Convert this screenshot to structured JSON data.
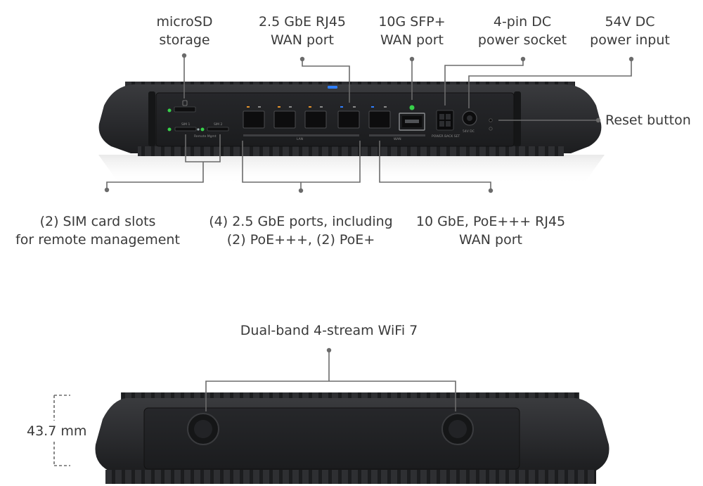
{
  "callouts": {
    "microsd": [
      "microSD",
      "storage"
    ],
    "rj45_wan": [
      "2.5 GbE RJ45",
      "WAN port"
    ],
    "sfp_wan": [
      "10G SFP+",
      "WAN port"
    ],
    "dc_socket": [
      "4-pin DC",
      "power socket"
    ],
    "dc_input": [
      "54V DC",
      "power input"
    ],
    "reset": [
      "Reset button"
    ],
    "sim": [
      "(2) SIM card slots",
      "for remote management"
    ],
    "lan_ports": [
      "(4) 2.5 GbE ports, including",
      "(2) PoE+++, (2) PoE+"
    ],
    "poe_wan": [
      "10 GbE, PoE+++ RJ45",
      "WAN port"
    ],
    "wifi": [
      "Dual-band 4-stream WiFi 7"
    ],
    "height": [
      "43.7 mm"
    ]
  },
  "device_print": {
    "sim1": "SIM 1",
    "sim2": "SIM 2",
    "sim_group": "Remote Mgmt",
    "lan_group": "LAN",
    "wan_group": "WAN",
    "dc_socket_label": "POWER BACK SET",
    "dc_input_label": "54V DC"
  },
  "colors": {
    "device_body": "#2a2b2d",
    "device_panel": "#1e1f21",
    "port_led_amber": "#e0912c",
    "status_led_green": "#37d14a",
    "status_led_blue": "#2f7fff",
    "leader_line": "#6b6b6b"
  }
}
